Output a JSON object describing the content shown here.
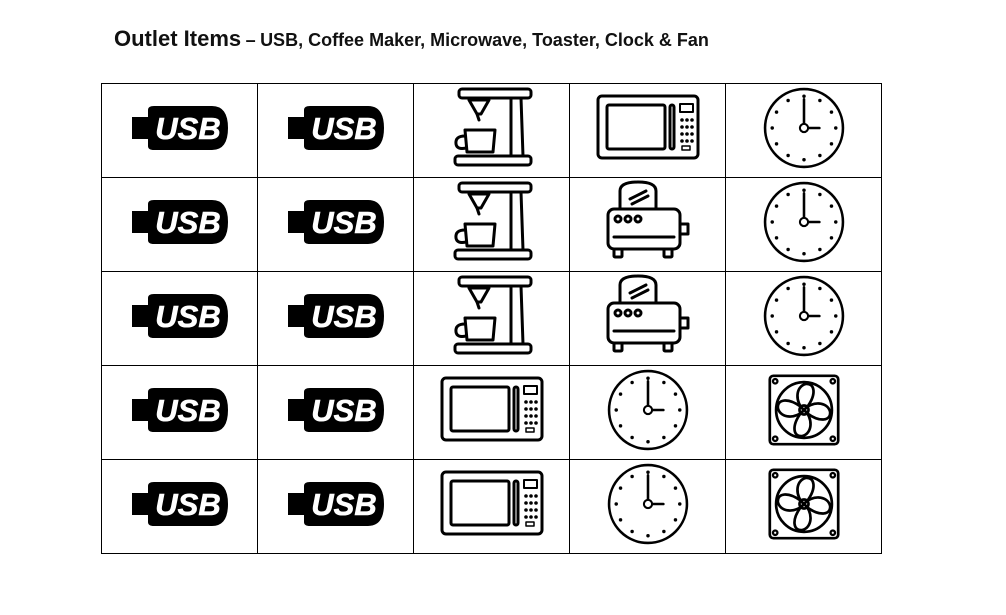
{
  "title": {
    "main": "Outlet Items",
    "separator": "–",
    "subtitle": "USB, Coffee Maker, Microwave, Toaster, Clock & Fan"
  },
  "usb_label": "USB",
  "grid": [
    [
      "usb-icon",
      "usb-icon",
      "coffee-maker-icon",
      "microwave-icon",
      "clock-icon"
    ],
    [
      "usb-icon",
      "usb-icon",
      "coffee-maker-icon",
      "toaster-icon",
      "clock-icon"
    ],
    [
      "usb-icon",
      "usb-icon",
      "coffee-maker-icon",
      "toaster-icon",
      "clock-icon"
    ],
    [
      "usb-icon",
      "usb-icon",
      "microwave-icon",
      "clock-icon",
      "fan-icon"
    ],
    [
      "usb-icon",
      "usb-icon",
      "microwave-icon",
      "clock-icon",
      "fan-icon"
    ]
  ]
}
